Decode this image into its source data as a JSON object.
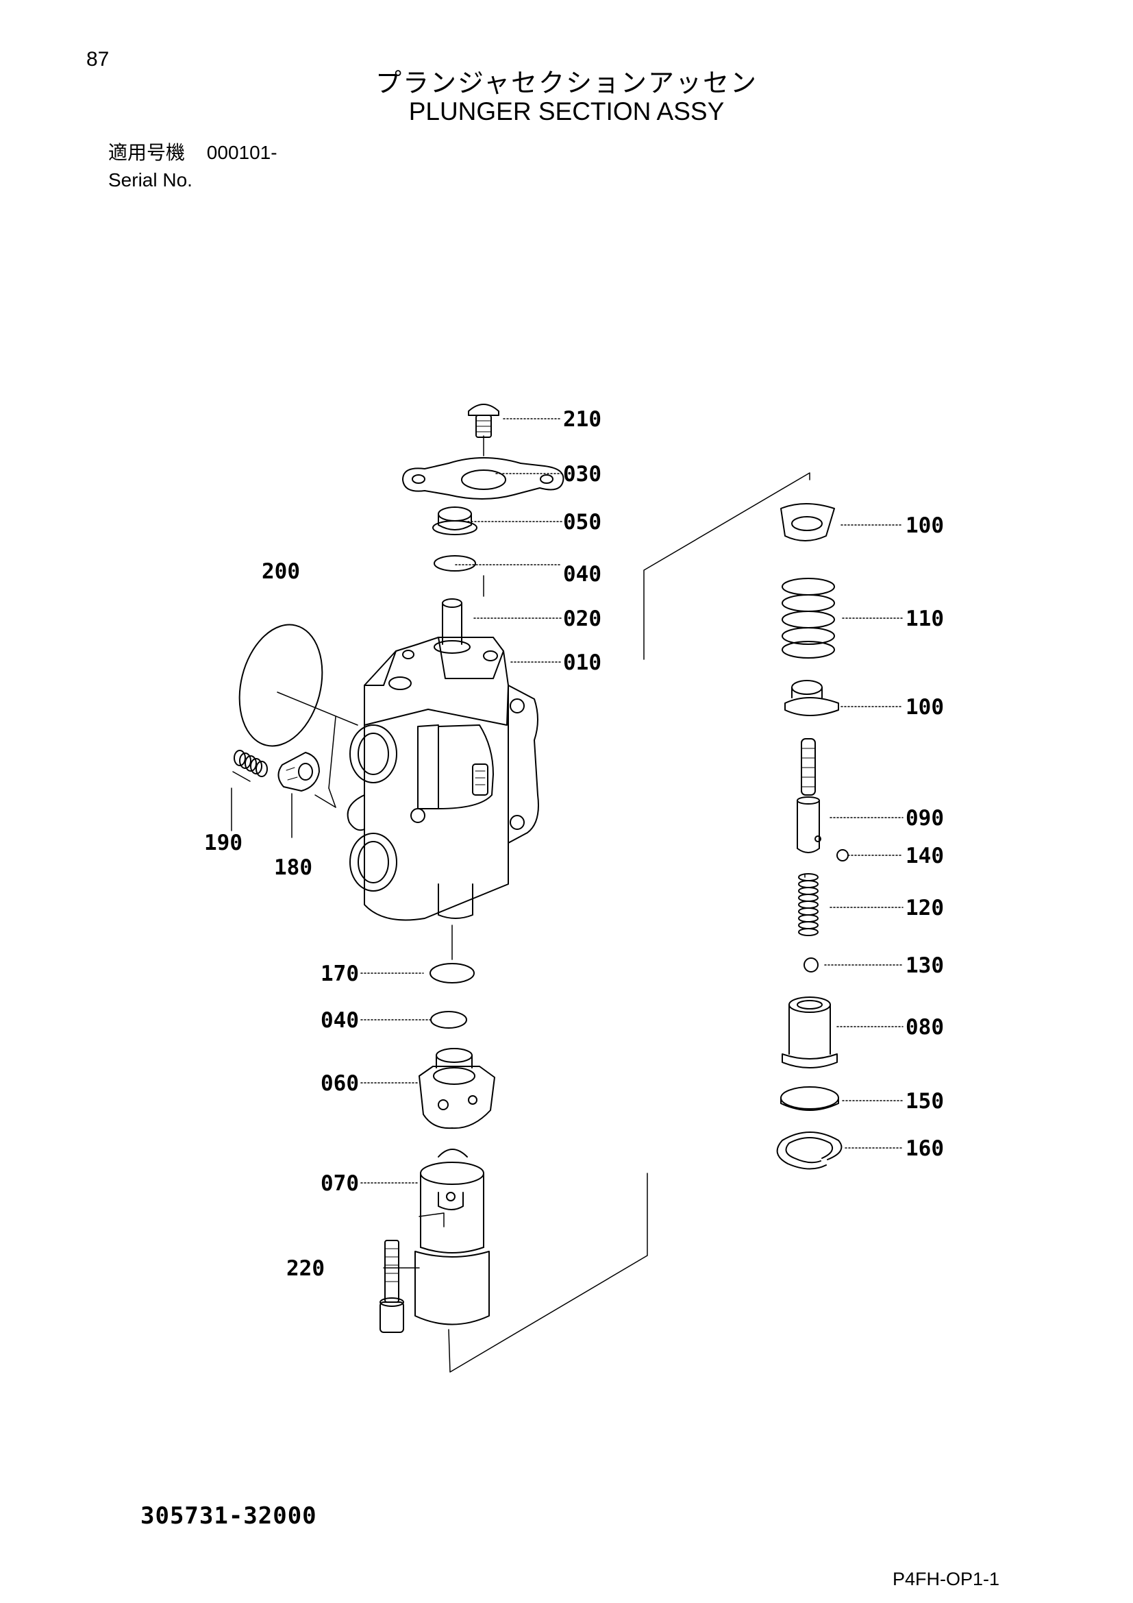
{
  "page": {
    "number": "87",
    "title_jp": "プランジャセクションアッセン",
    "title_en": "PLUNGER SECTION ASSY",
    "serial_label_jp": "適用号機",
    "serial_value": "000101-",
    "serial_label_en": "Serial No.",
    "part_number": "305731-32000",
    "figure_code": "P4FH-OP1-1"
  },
  "callouts": [
    {
      "label": "210"
    },
    {
      "label": "030"
    },
    {
      "label": "050"
    },
    {
      "label": "040"
    },
    {
      "label": "020"
    },
    {
      "label": "010"
    },
    {
      "label": "200"
    },
    {
      "label": "190"
    },
    {
      "label": "180"
    },
    {
      "label": "170"
    },
    {
      "label": "040"
    },
    {
      "label": "060"
    },
    {
      "label": "070"
    },
    {
      "label": "220"
    },
    {
      "label": "100"
    },
    {
      "label": "110"
    },
    {
      "label": "100"
    },
    {
      "label": "090"
    },
    {
      "label": "140"
    },
    {
      "label": "120"
    },
    {
      "label": "130"
    },
    {
      "label": "080"
    },
    {
      "label": "150"
    },
    {
      "label": "160"
    }
  ]
}
